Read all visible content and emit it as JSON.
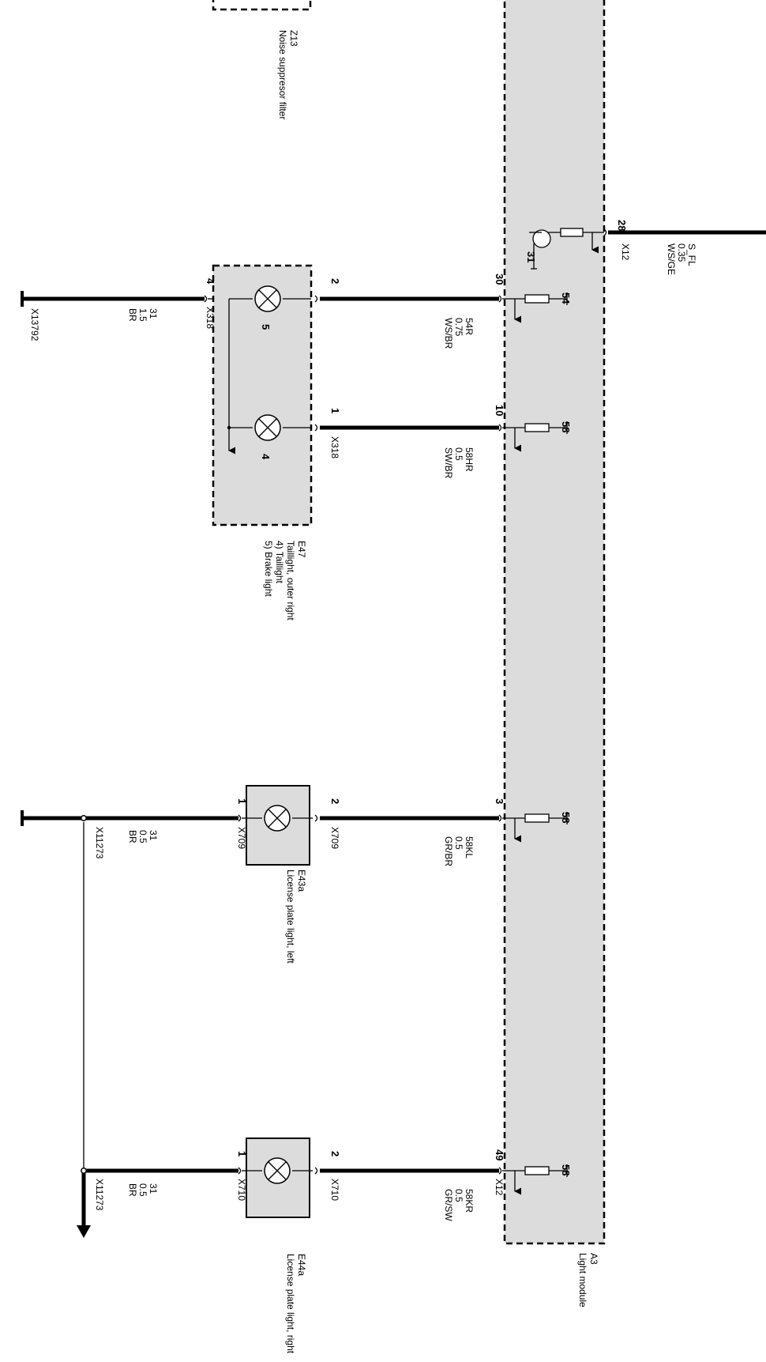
{
  "components": {
    "z13": {
      "id": "Z13",
      "name": "Noise suppresor filter"
    },
    "a3": {
      "id": "A3",
      "name": "Light module"
    },
    "e47": {
      "id": "E47",
      "name": "Taillight, outer right",
      "sub1": "4) Taillight",
      "sub2": "5) Brake light",
      "lamp5": "5",
      "lamp4": "4"
    },
    "e43a": {
      "id": "E43a",
      "name": "License plate light, left"
    },
    "e44a": {
      "id": "E44a",
      "name": "License plate light, right"
    }
  },
  "module_pins": [
    {
      "pin": "28",
      "connector": "X12",
      "signal": "S_FL",
      "gauge": "0.35",
      "color": "WS/GE"
    },
    {
      "pin": "30",
      "signal": "54R",
      "gauge": "0.75",
      "color": "WS/BR",
      "internal": "54"
    },
    {
      "pin": "10",
      "signal": "58HR",
      "gauge": "0.5",
      "color": "SW/BR",
      "internal": "58"
    },
    {
      "pin": "3",
      "signal": "58KL",
      "gauge": "0.5",
      "color": "GR/BR",
      "internal": "58"
    },
    {
      "pin": "49",
      "connector": "X12",
      "signal": "58KR",
      "gauge": "0.5",
      "color": "GR/SW",
      "internal": "58"
    }
  ],
  "transistor_ground": "31",
  "e47_pins": {
    "brake_in": "2",
    "brake_conn": "X318",
    "tail_in": "1",
    "tail_conn": "X318",
    "ground_pin": "4",
    "ground_conn": "X318"
  },
  "e47_ground": {
    "signal": "31",
    "gauge": "1.5",
    "color": "BR",
    "terminal": "X13792"
  },
  "e43a_pins": {
    "in": "2",
    "in_conn": "X709",
    "out": "1",
    "out_conn": "X709"
  },
  "e43a_ground": {
    "signal": "31",
    "gauge": "0.5",
    "color": "BR",
    "splice": "X11273"
  },
  "e44a_pins": {
    "in": "2",
    "in_conn": "X710",
    "out": "1",
    "out_conn": "X710"
  },
  "e44a_ground": {
    "signal": "31",
    "gauge": "0.5",
    "color": "BR",
    "splice": "X11273"
  }
}
